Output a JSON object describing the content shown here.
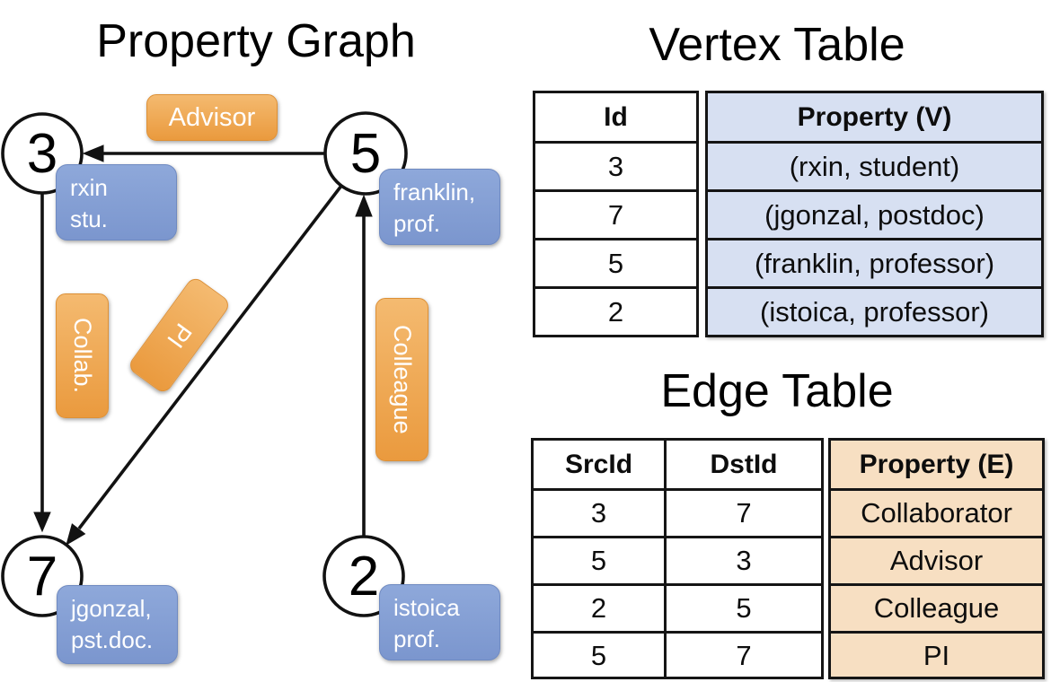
{
  "titles": {
    "graph": "Property Graph",
    "vertex_table": "Vertex Table",
    "edge_table": "Edge Table"
  },
  "graph": {
    "nodes": {
      "n3": {
        "id": "3",
        "lines": [
          "rxin",
          "stu."
        ]
      },
      "n5": {
        "id": "5",
        "lines": [
          "franklin,",
          "prof."
        ]
      },
      "n7": {
        "id": "7",
        "lines": [
          "jgonzal,",
          "pst.doc."
        ]
      },
      "n2": {
        "id": "2",
        "lines": [
          "istoica",
          "prof."
        ]
      }
    },
    "edge_labels": {
      "advisor": "Advisor",
      "collab": "Collab.",
      "pi": "PI",
      "colleague": "Colleague"
    }
  },
  "vertex_table": {
    "headers": [
      "Id",
      "Property (V)"
    ],
    "rows": [
      [
        "3",
        "(rxin, student)"
      ],
      [
        "7",
        "(jgonzal, postdoc)"
      ],
      [
        "5",
        "(franklin, professor)"
      ],
      [
        "2",
        "(istoica, professor)"
      ]
    ]
  },
  "edge_table": {
    "headers": [
      "SrcId",
      "DstId",
      "Property (E)"
    ],
    "rows": [
      [
        "3",
        "7",
        "Collaborator"
      ],
      [
        "5",
        "3",
        "Advisor"
      ],
      [
        "2",
        "5",
        "Colleague"
      ],
      [
        "5",
        "7",
        "PI"
      ]
    ]
  },
  "colors": {
    "edge_box_orange": "#ea9a3e",
    "vertex_box_blue": "#7b96ce",
    "vertex_table_fill": "#d7e0f2",
    "edge_table_fill": "#f7dfc2",
    "line_black": "#151515"
  }
}
